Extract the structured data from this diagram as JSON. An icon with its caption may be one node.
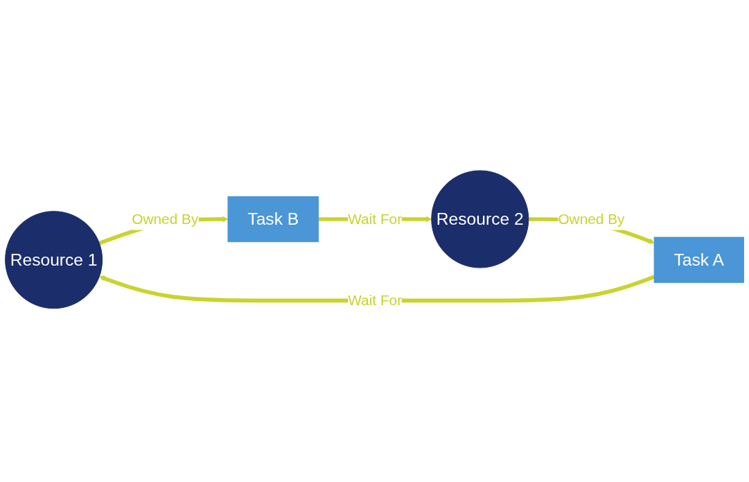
{
  "diagram": {
    "nodes": [
      {
        "text": [
          "Resource 1"
        ]
      },
      {
        "text": [
          "Task A"
        ]
      },
      {
        "text": [
          "Task B"
        ]
      },
      {
        "text": [
          "Resource 2"
        ]
      }
    ],
    "edges": [
      {
        "from": 1,
        "to": 0,
        "arrow": "to",
        "label": "Wait For"
      },
      {
        "from": 0,
        "to": 2,
        "arrow": "to",
        "label": "Owned By"
      },
      {
        "from": 2,
        "to": 3,
        "arrow": "to",
        "label": "Wait For"
      },
      {
        "from": 3,
        "to": 1,
        "arrow": "to",
        "label": "Owned By"
      }
    ]
  }
}
